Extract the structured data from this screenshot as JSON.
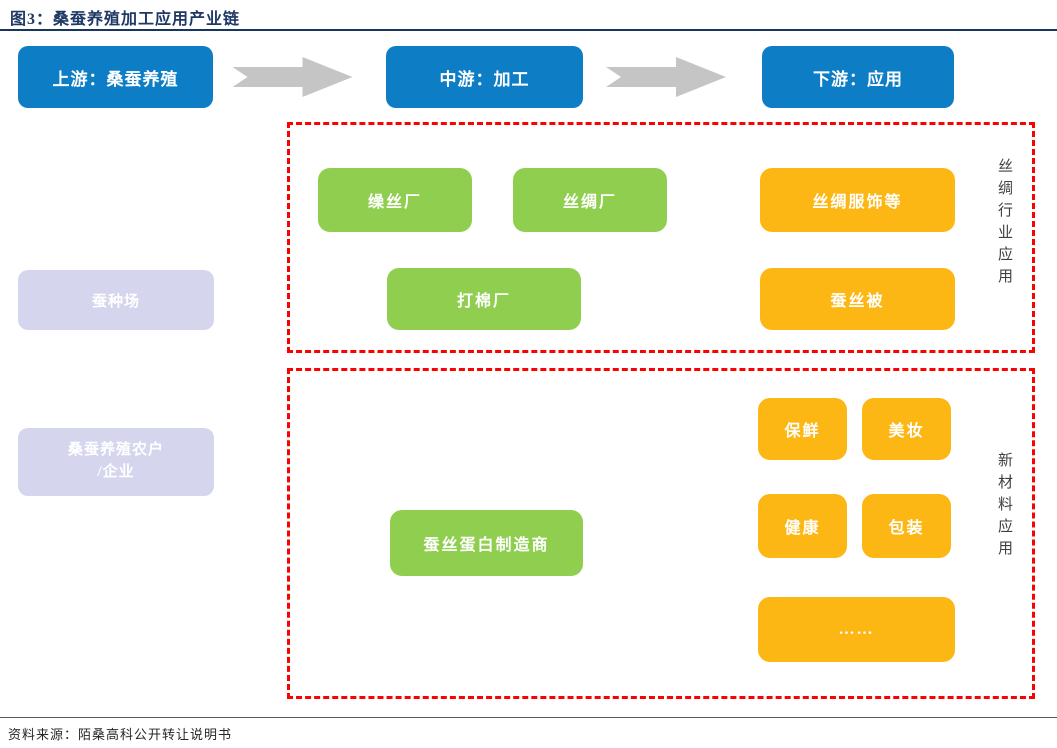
{
  "page": {
    "title": "图3：桑蚕养殖加工应用产业链",
    "source": "资料来源：陌桑高科公开转让说明书"
  },
  "stages": [
    {
      "label": "上游：桑蚕养殖"
    },
    {
      "label": "中游：加工"
    },
    {
      "label": "下游：应用"
    }
  ],
  "upstream": [
    {
      "label": "蚕种场"
    },
    {
      "label": "桑蚕养殖农户\n/企业"
    }
  ],
  "silk_industry": {
    "side_label": "丝绸行业应用",
    "processors": [
      {
        "label": "缲丝厂"
      },
      {
        "label": "丝绸厂"
      },
      {
        "label": "打棉厂"
      }
    ],
    "applications": [
      {
        "label": "丝绸服饰等"
      },
      {
        "label": "蚕丝被"
      }
    ]
  },
  "new_material": {
    "side_label": "新材料应用",
    "processors": [
      {
        "label": "蚕丝蛋白制造商"
      }
    ],
    "applications": [
      {
        "label": "保鲜"
      },
      {
        "label": "美妆"
      },
      {
        "label": "健康"
      },
      {
        "label": "包装"
      },
      {
        "label": "……"
      }
    ]
  },
  "icons": {
    "flow_arrow": "chevron-right-arrow"
  },
  "colors": {
    "stage_blue": "#0d7dc5",
    "processor_green": "#90ce4f",
    "application_orange": "#fdb714",
    "upstream_lavender": "#d5d5ee",
    "arrow_gray": "#c5c5c5",
    "panel_border_red": "#fe0000",
    "title_navy": "#1f3864"
  }
}
